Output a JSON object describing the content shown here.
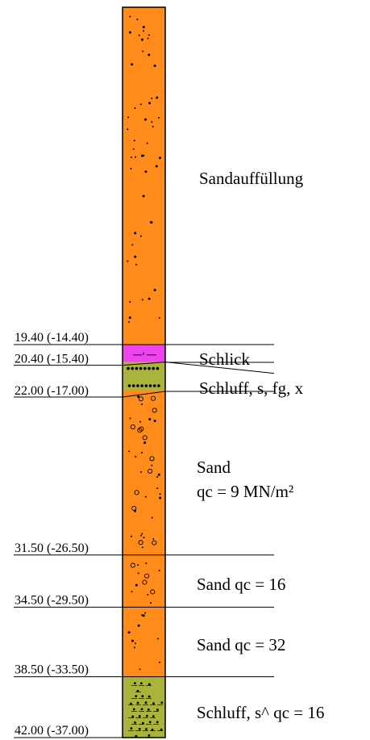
{
  "column_top_depth": 0,
  "column_bottom_depth": 42.0,
  "layers": [
    {
      "name": "sandauffuellung",
      "top_depth": 0,
      "bottom_depth": 19.4,
      "fill": "#ff8c1a",
      "pattern": "fine-dots",
      "description": [
        "Sandauffüllung"
      ]
    },
    {
      "name": "schlick",
      "top_depth": 19.4,
      "bottom_depth": 20.4,
      "fill": "#ee44ee",
      "pattern": "dash-marks",
      "description": [
        "Schlick"
      ]
    },
    {
      "name": "schluff-s-fg-x",
      "top_depth": 20.4,
      "bottom_depth": 22.0,
      "fill": "#aab43c",
      "pattern": "dense-dots",
      "description": [
        "Schluff, s, fg, x"
      ]
    },
    {
      "name": "sand-qc9",
      "top_depth": 22.0,
      "bottom_depth": 31.5,
      "fill": "#ff8c1a",
      "pattern": "dots-circles",
      "description": [
        "Sand",
        "qc = 9 MN/m²"
      ]
    },
    {
      "name": "sand-qc16",
      "top_depth": 31.5,
      "bottom_depth": 34.5,
      "fill": "#ff8c1a",
      "pattern": "dots-circles",
      "description": [
        "Sand  qc = 16"
      ]
    },
    {
      "name": "sand-qc32",
      "top_depth": 34.5,
      "bottom_depth": 38.5,
      "fill": "#ff8c1a",
      "pattern": "fine-dots",
      "description": [
        "Sand  qc = 32"
      ]
    },
    {
      "name": "schluff-s-qc16",
      "top_depth": 38.5,
      "bottom_depth": 42.0,
      "fill": "#aab43c",
      "pattern": "silt-dots",
      "description": [
        "Schluff, s^ qc = 16"
      ]
    }
  ],
  "depth_labels": [
    {
      "depth": 19.4,
      "text": "19.40 (-14.40)"
    },
    {
      "depth": 20.4,
      "text": "20.40 (-15.40)"
    },
    {
      "depth": 22.0,
      "text": "22.00 (-17.00)"
    },
    {
      "depth": 31.5,
      "text": "31.50 (-26.50)"
    },
    {
      "depth": 34.5,
      "text": "34.50 (-29.50)"
    },
    {
      "depth": 38.5,
      "text": "38.50 (-33.50)"
    },
    {
      "depth": 42.0,
      "text": "42.00 (-37.00)"
    }
  ],
  "colors": {
    "outline": "#000000",
    "sand": "#ff8c1a",
    "schlick": "#ee44ee",
    "schluff": "#aab43c"
  }
}
